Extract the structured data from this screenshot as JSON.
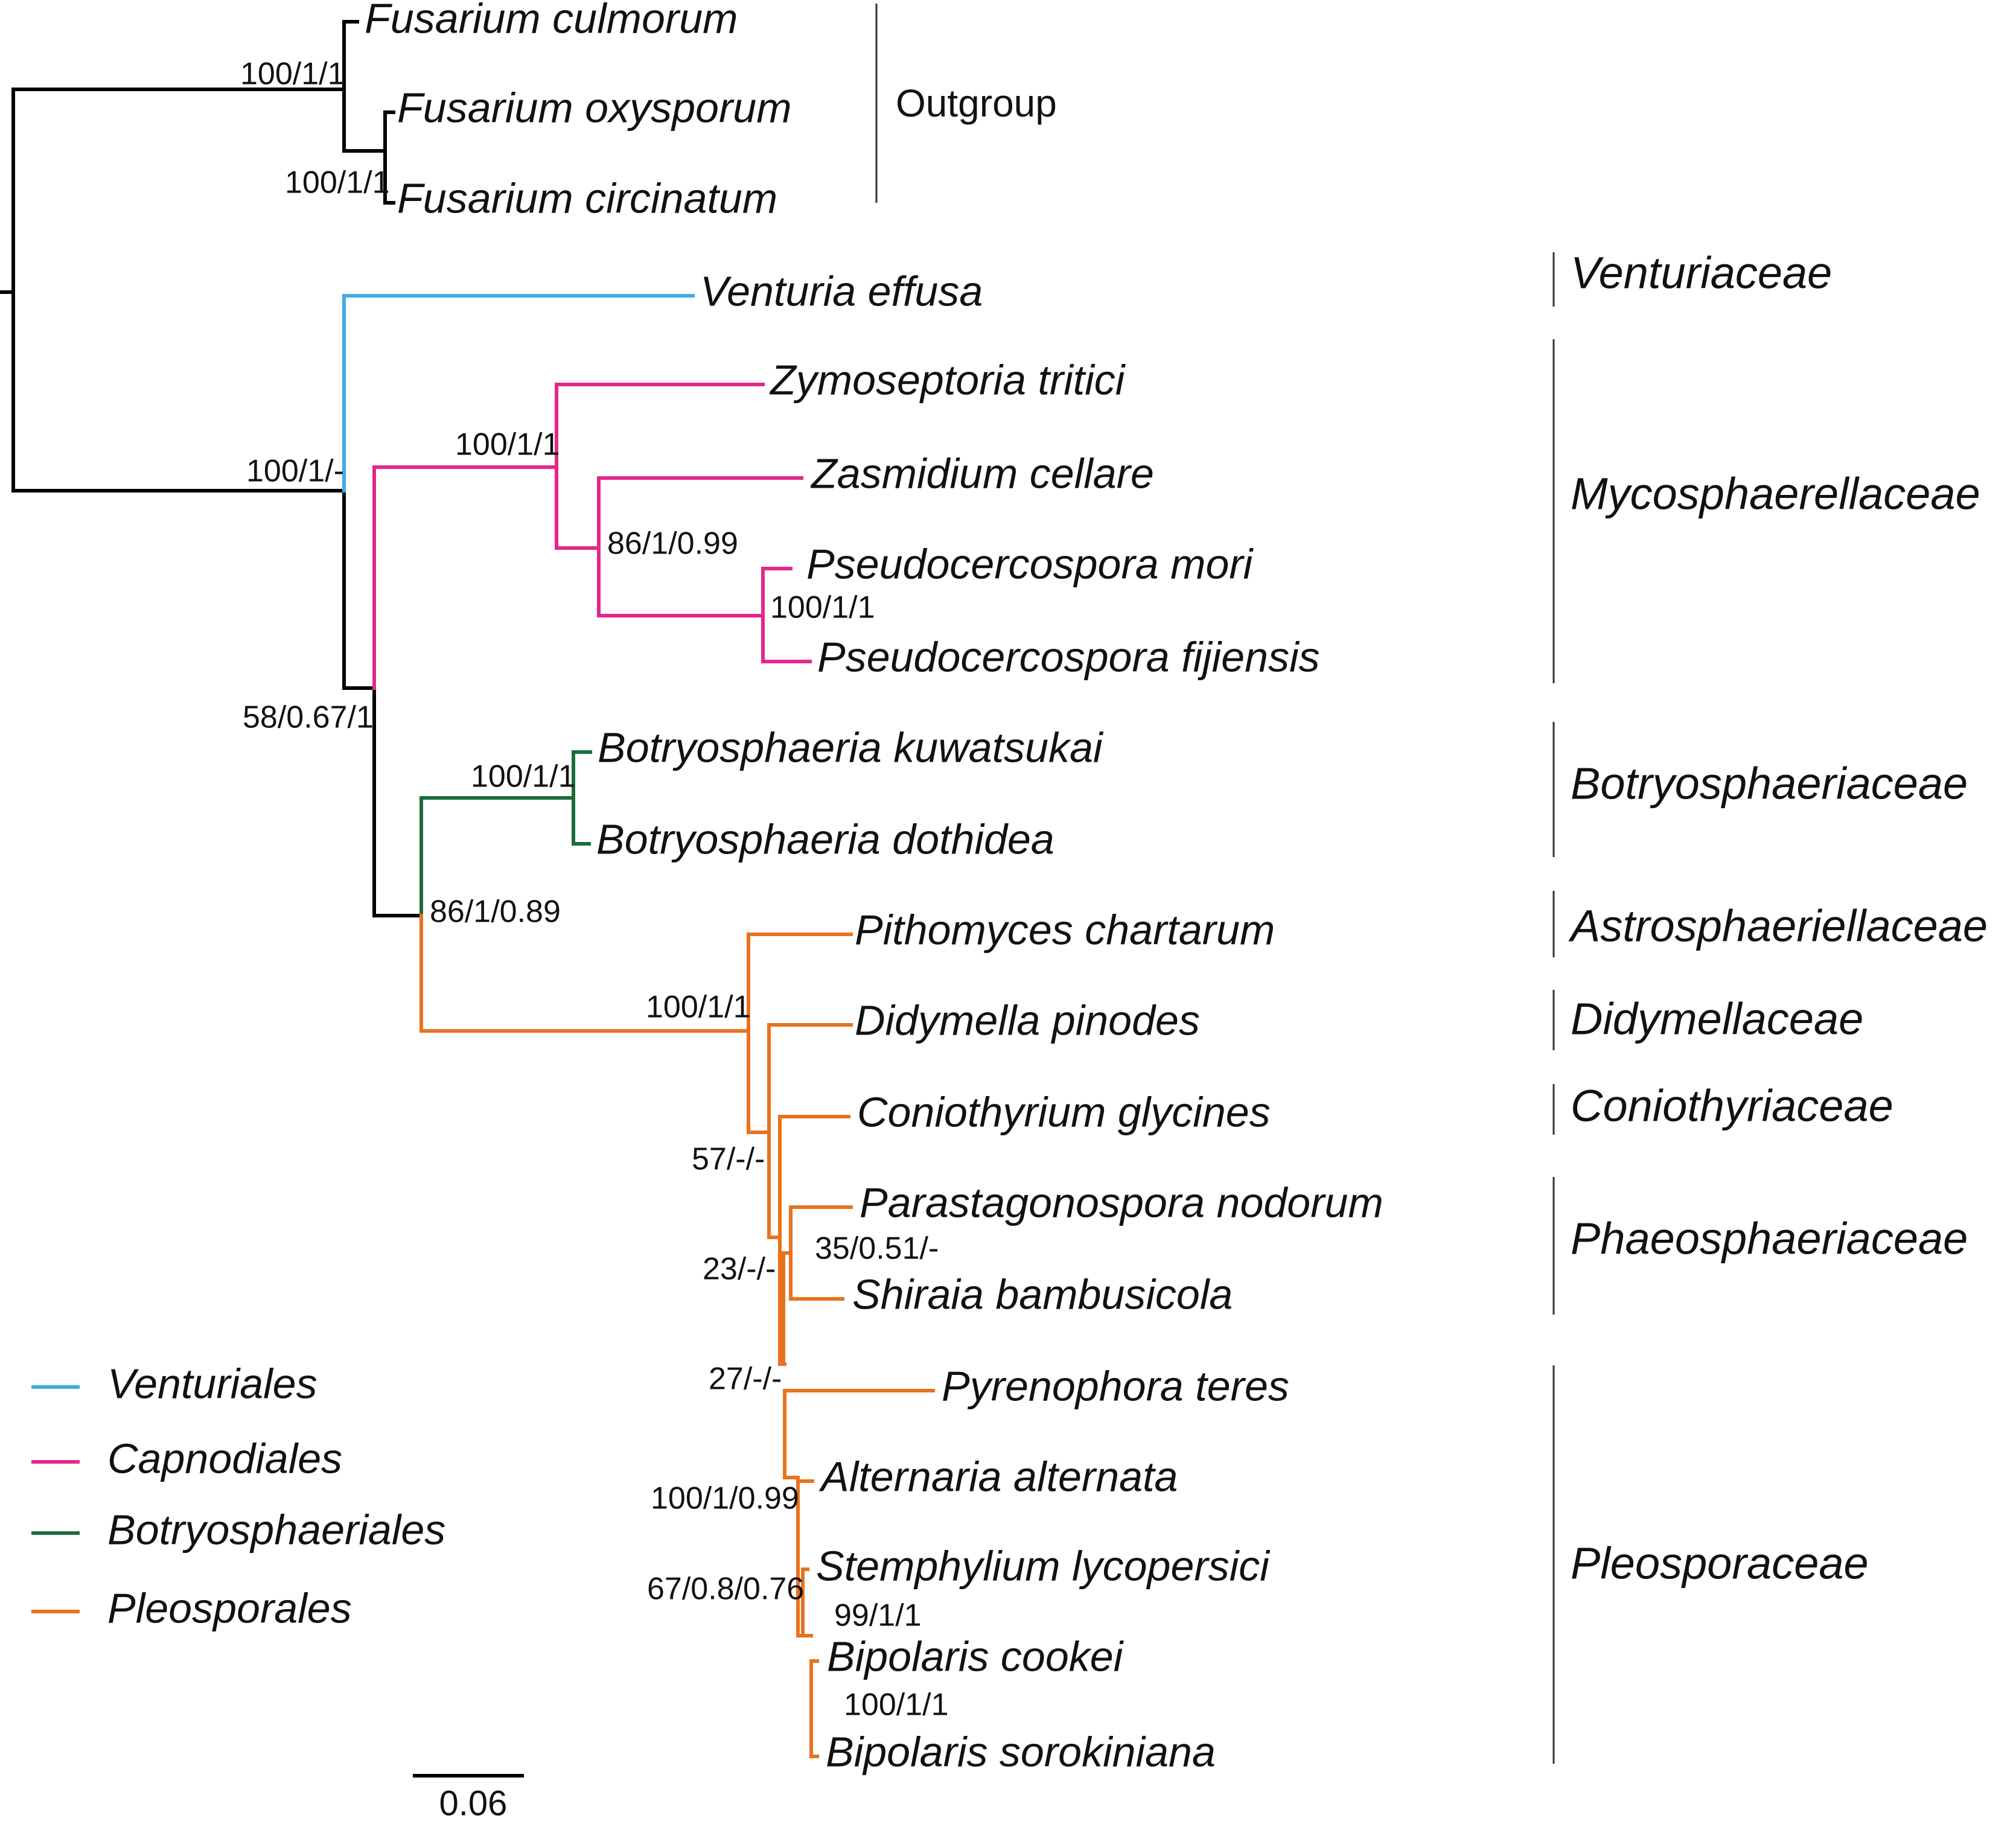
{
  "colors": {
    "black": "#000000",
    "venturiales": "#41ACE2",
    "capnodiales": "#E3288A",
    "botryosphaeriales": "#1B6E3C",
    "pleosporales": "#E8731E",
    "bracket": "#333333"
  },
  "taxa": [
    "Fusarium culmorum",
    "Fusarium oxysporum",
    "Fusarium circinatum",
    "Venturia effusa",
    "Zymoseptoria tritici",
    "Zasmidium cellare",
    "Pseudocercospora mori",
    "Pseudocercospora fijiensis",
    "Botryosphaeria kuwatsukai",
    "Botryosphaeria dothidea",
    "Pithomyces chartarum",
    "Didymella pinodes",
    "Coniothyrium glycines",
    "Parastagonospora nodorum",
    "Shiraia bambusicola",
    "Pyrenophora teres",
    "Alternaria alternata",
    "Stemphylium lycopersici",
    "Bipolaris cookei",
    "Bipolaris sorokiniana"
  ],
  "supports": [
    "100/1/1",
    "100/1/1",
    "100/1/-",
    "58/0.67/1",
    "100/1/1",
    "86/1/0.99",
    "100/1/1",
    "100/1/1",
    "86/1/0.89",
    "100/1/1",
    "57/-/-",
    "23/-/-",
    "35/0.51/-",
    "27/-/-",
    "100/1/0.99",
    "67/0.8/0.76",
    "99/1/1",
    "100/1/1"
  ],
  "families": [
    "Outgroup",
    "Venturiaceae",
    "Mycosphaerellaceae",
    "Botryosphaeriaceae",
    "Astrosphaeriellaceae",
    "Didymellaceae",
    "Coniothyriaceae",
    "Phaeosphaeriaceae",
    "Pleosporaceae"
  ],
  "legend": [
    {
      "label": "Venturiales",
      "color": "#41ACE2"
    },
    {
      "label": "Capnodiales",
      "color": "#E3288A"
    },
    {
      "label": "Botryosphaeriales",
      "color": "#1B6E3C"
    },
    {
      "label": "Pleosporales",
      "color": "#E8731E"
    }
  ],
  "scale": {
    "label": "0.06"
  }
}
